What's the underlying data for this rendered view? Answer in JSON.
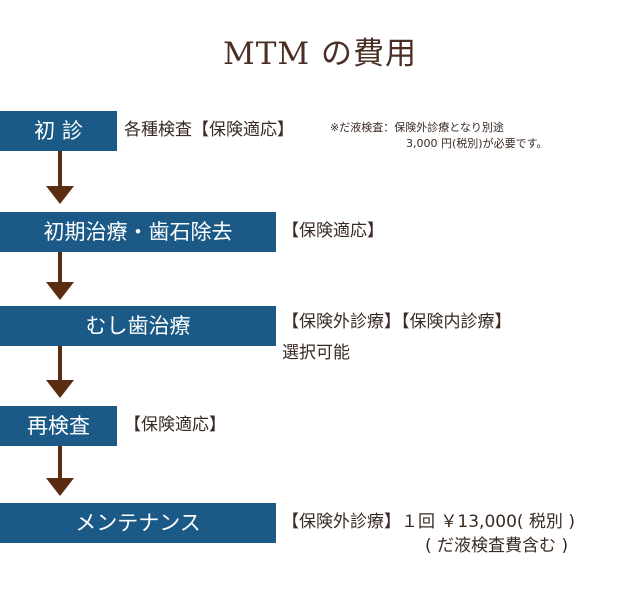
{
  "title": "MTM の費用",
  "colors": {
    "step_bg": "#1b5a86",
    "arrow": "#5a2d12",
    "title": "#4a2f24",
    "text": "#3a2a22"
  },
  "steps": [
    {
      "label": "初 診",
      "note": "各種検査【保険適応】",
      "sub_lines": [
        "※だ液検査：保険外診療となり別途",
        "3,000 円(税別)が必要です。"
      ]
    },
    {
      "label": "初期治療・歯石除去",
      "note": "【保険適応】"
    },
    {
      "label": "むし歯治療",
      "note_lines": [
        "【保険外診療】【保険内診療】",
        "選択可能"
      ]
    },
    {
      "label": "再検査",
      "note": "【保険適応】"
    },
    {
      "label": "メンテナンス",
      "note_lines": [
        "【保険外診療】１回 ￥13,000( 税別 )",
        "( だ液検査費含む )"
      ]
    }
  ]
}
